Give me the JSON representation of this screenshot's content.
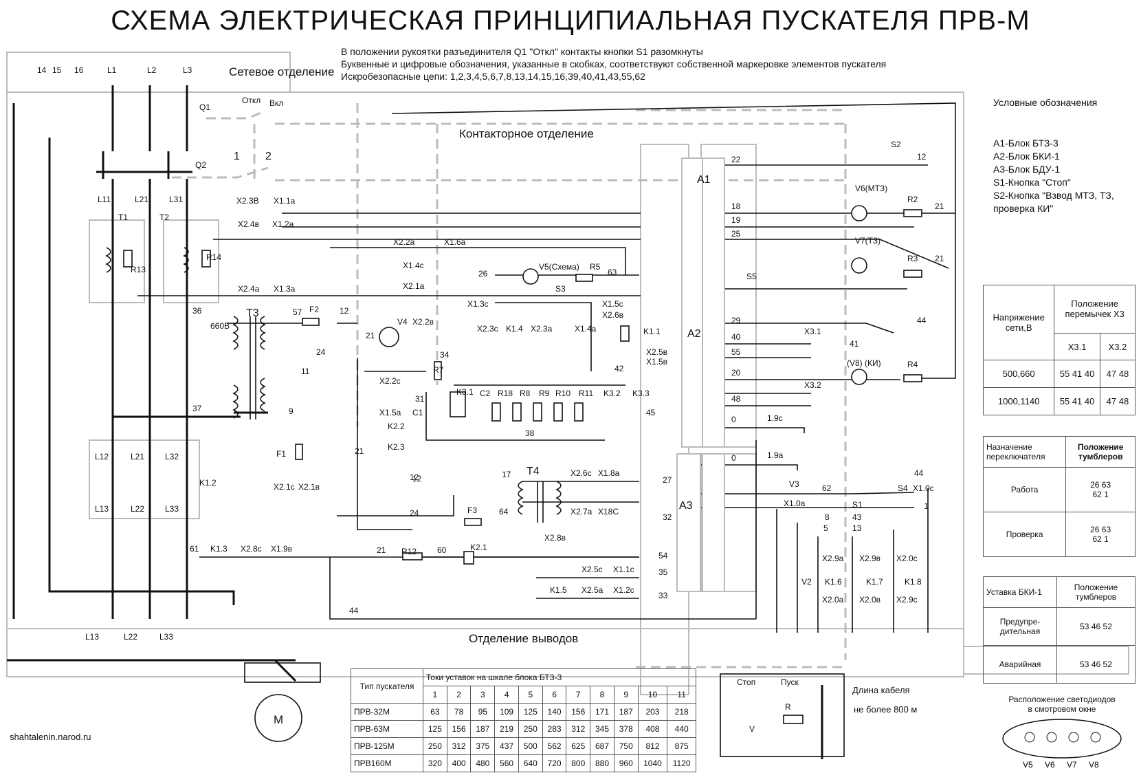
{
  "title": "СХЕМА ЭЛЕКТРИЧЕСКАЯ  ПРИНЦИПИАЛЬНАЯ  ПУСКАТЕЛЯ  ПРВ-М",
  "notes": [
    "В положении рукоятки разъединителя Q1 \"Откл\" контакты кнопки S1 разомкнуты",
    "Буквенные и цифровые обозначения, указанные в скобках, соответствуют собственной маркеровке элементов пускателя",
    "Искробезопасные цепи: 1,2,3,4,5,6,7,8,13,14,15,16,39,40,41,43,55,62"
  ],
  "sections": {
    "network": "Сетевое отделение",
    "contactor": "Контакторное отделение",
    "terminals": "Отделение выводов"
  },
  "legend": {
    "title": "Условные обозначения",
    "items": [
      "А1-Блок БТЗ-3",
      "А2-Блок БКИ-1",
      "А3-Блок БДУ-1",
      "S1-Кнопка \"Стоп\"",
      "S2-Кнопка \"Взвод МТЗ, ТЗ, проверка КИ\""
    ]
  },
  "jumper_table": {
    "h1": "Напряжение сети,В",
    "h2": "Положение перемычек Х3",
    "c1": "Х3.1",
    "c2": "Х3.2",
    "rows": [
      {
        "voltage": "500,660",
        "a": [
          "55",
          "41",
          "40"
        ],
        "b": [
          "47",
          "48"
        ]
      },
      {
        "voltage": "1000,1140",
        "a": [
          "55",
          "41",
          "40"
        ],
        "b": [
          "47",
          "48"
        ]
      }
    ]
  },
  "switch_table": {
    "h1": "Назначение переключателя",
    "h2": "Положение тумблеров",
    "rows": [
      {
        "name": "Работа",
        "n": [
          "26",
          "63",
          "62",
          "1"
        ]
      },
      {
        "name": "Проверка",
        "n": [
          "26",
          "63",
          "62",
          "1"
        ]
      }
    ]
  },
  "bki_table": {
    "h1": "Уставка БКИ-1",
    "h2": "Положение тумблеров",
    "rows": [
      {
        "name": "Предупре-дительная",
        "n": [
          "53",
          "46",
          "52"
        ]
      },
      {
        "name": "Аварийная",
        "n": [
          "53",
          "46",
          "52"
        ]
      }
    ]
  },
  "bt_table": {
    "h1": "Тип пускателя",
    "h2": "Токи    уставок      на    шкале      блока       БТЗ-3",
    "cols": [
      "1",
      "2",
      "3",
      "4",
      "5",
      "6",
      "7",
      "8",
      "9",
      "10",
      "11"
    ],
    "rows": [
      {
        "type": "ПРВ-32М",
        "v": [
          "63",
          "78",
          "95",
          "109",
          "125",
          "140",
          "156",
          "171",
          "187",
          "203",
          "218"
        ]
      },
      {
        "type": "ПРВ-63М",
        "v": [
          "125",
          "156",
          "187",
          "219",
          "250",
          "283",
          "312",
          "345",
          "378",
          "408",
          "440"
        ]
      },
      {
        "type": "ПРВ-125М",
        "v": [
          "250",
          "312",
          "375",
          "437",
          "500",
          "562",
          "625",
          "687",
          "750",
          "812",
          "875"
        ]
      },
      {
        "type": "ПРВ160М",
        "v": [
          "320",
          "400",
          "480",
          "560",
          "640",
          "720",
          "800",
          "880",
          "960",
          "1040",
          "1120"
        ]
      }
    ]
  },
  "remote": {
    "stop": "Стоп",
    "start": "Пуск",
    "cable1": "Длина кабеля",
    "cable2": "не более 800 м"
  },
  "led_window": {
    "title1": "Расположение светодиодов",
    "title2": "в смотровом окне",
    "leds": [
      "V5",
      "V6",
      "V7",
      "V8"
    ]
  },
  "site": "shahtalenin.narod.ru",
  "labels": {
    "q1": "Q1",
    "q2": "Q2",
    "off": "Откл",
    "on": "Вкл",
    "p1": "1",
    "p2": "2",
    "L1": "L1",
    "L2": "L2",
    "L3": "L3",
    "t14": "14",
    "t15": "15",
    "t16": "16",
    "L11": "L11",
    "L21": "L21",
    "L31": "L31",
    "T1": "T1",
    "T2": "T2",
    "R13": "R13",
    "R14": "R14",
    "T3": "T3",
    "T4": "T4",
    "v660": "660В",
    "F1": "F1",
    "F2": "F2",
    "F3": "F3",
    "K12": "K1.2",
    "K13": "K1.3",
    "L12": "L12",
    "L22": "L21",
    "L32": "L32",
    "L13": "L13",
    "L23": "L22",
    "L33": "L33",
    "A1": "A1",
    "A2": "A2",
    "A3": "A3",
    "V4": "V4",
    "V5": "V5(Схема)",
    "V6": "V6(МТЗ)",
    "V7": "V7(ТЗ)",
    "V8": "(V8) (КИ)",
    "R2": "R2",
    "R3": "R3",
    "R4": "R4",
    "R5": "R5",
    "R7": "R7",
    "R8": "R8",
    "R9": "R9",
    "R10": "R10",
    "R11": "R11",
    "R12": "R12",
    "R18": "R18",
    "C1": "C1",
    "C2": "C2",
    "K31": "K3.1",
    "K32": "K3.2",
    "K33": "K3.3",
    "K11": "K1.1",
    "K14": "K1.4",
    "K15": "K1.5",
    "K16": "K1.6",
    "K17": "K1.7",
    "K18": "K1.8",
    "K21": "K2.1",
    "K22": "K2.2",
    "K23": "K2.3",
    "S1": "S1",
    "S2": "S2",
    "S3": "S3",
    "S4": "S4",
    "S5": "S5",
    "V3": "V3",
    "V2": "V2",
    "X31": "X3.1",
    "X32": "X3.2",
    "M": "M",
    "L13b": "L13",
    "L22b": "L22",
    "L33b": "L33"
  },
  "wire_labels": [
    "X2.3B",
    "X1.1a",
    "X2.4в",
    "X1.2a",
    "X2.2a",
    "X1.6a",
    "X1.4c",
    "X2.1a",
    "X2.4a",
    "X1.3a",
    "X2.2в",
    "X1.3c",
    "X2.3c",
    "X2.3a",
    "X1.4a",
    "X1.5c",
    "X2.6в",
    "X2.5в",
    "X1.5в",
    "X2.2c",
    "X1.5a",
    "X2.6c",
    "X1.8a",
    "X2.7a",
    "X18C",
    "X2.8в",
    "X2.1c",
    "X2.1в",
    "X1.9в",
    "X2.8c",
    "X2.5c",
    "X1.1c",
    "X2.5a",
    "X1.2c",
    "X1.0c",
    "X1.0a",
    "X2.9a",
    "X2.9в",
    "X2.0c",
    "X2.0a",
    "X2.0в",
    "X2.9c",
    "1.9c",
    "1.9a"
  ],
  "wire_numbers": [
    "22",
    "12",
    "18",
    "21",
    "19",
    "25",
    "21",
    "26",
    "63",
    "36",
    "57",
    "12",
    "24",
    "11",
    "37",
    "9",
    "21",
    "31",
    "34",
    "38",
    "42",
    "45",
    "29",
    "44",
    "41",
    "40",
    "55",
    "20",
    "48",
    "0",
    "0",
    "44",
    "62",
    "1",
    "43",
    "8",
    "5",
    "13",
    "17",
    "27",
    "64",
    "32",
    "24",
    "12",
    "21",
    "60",
    "54",
    "35",
    "33",
    "44",
    "61",
    "12",
    "21"
  ]
}
